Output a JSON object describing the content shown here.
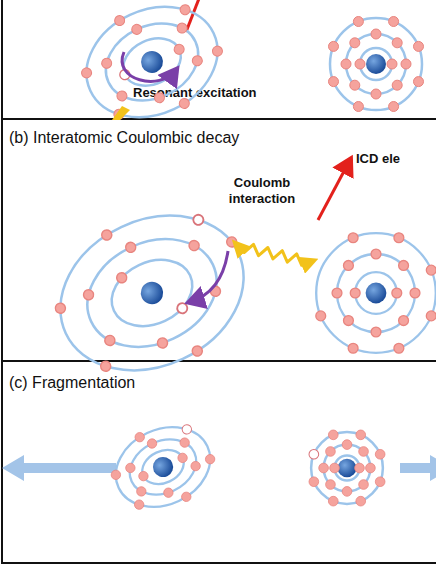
{
  "diagram": {
    "nodes": [
      {
        "text": [
          "Resonant excitation"
        ]
      },
      {
        "text": [
          "(b) Interatomic Coulombic decay"
        ]
      },
      {
        "text": [
          "(c) Fragmentation"
        ]
      }
    ],
    "labels": [
      "Coulomb interaction",
      "ICD ele"
    ]
  }
}
